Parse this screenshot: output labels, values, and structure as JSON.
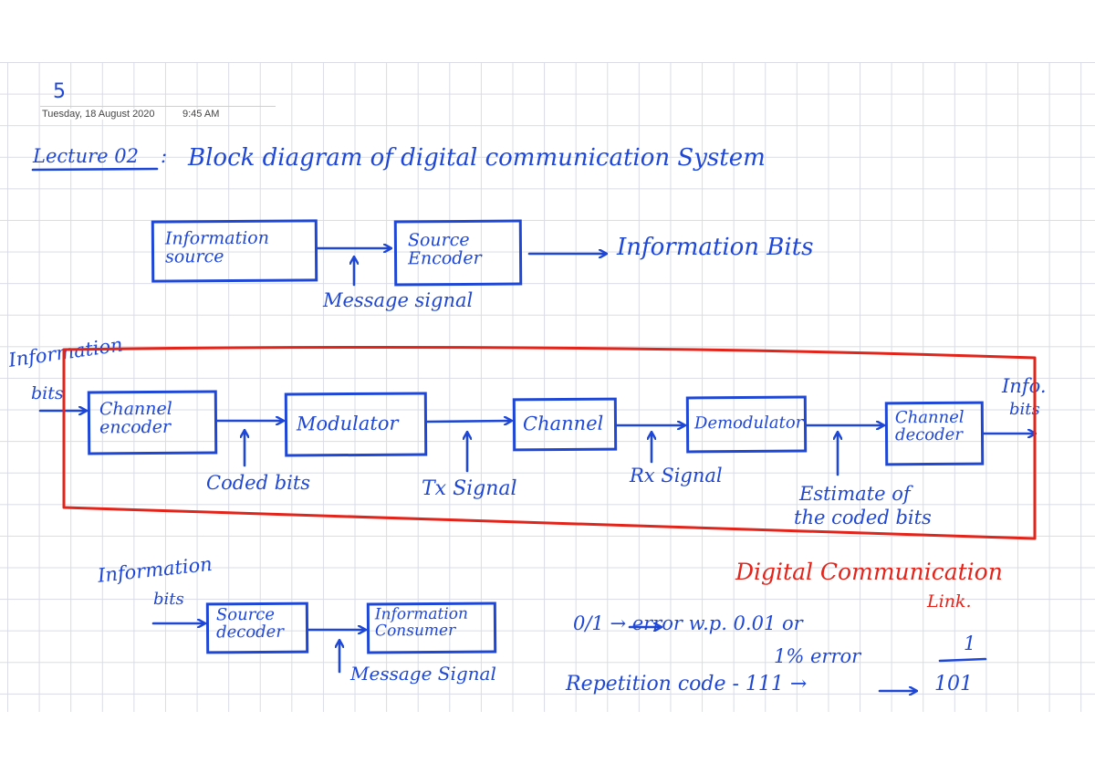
{
  "page_number": "5",
  "meta": {
    "date": "Tuesday, 18 August 2020",
    "time": "9:45 AM"
  },
  "title": {
    "lecture": "Lecture 02",
    "colon": ":",
    "text": "Block diagram of digital communication System"
  },
  "top_chain": {
    "info_source": [
      "Information",
      "source"
    ],
    "source_encoder": [
      "Source",
      "Encoder"
    ],
    "output_label": "Information Bits",
    "message_signal": "Message signal"
  },
  "link": {
    "input_label": [
      "Information",
      "bits"
    ],
    "channel_encoder": [
      "Channel",
      "encoder"
    ],
    "modulator": "Modulator",
    "channel": "Channel",
    "demodulator": "Demodulator",
    "channel_decoder": [
      "Channel",
      "decoder"
    ],
    "output_label": [
      "Info.",
      "bits"
    ],
    "coded_bits": "Coded bits",
    "tx_signal": "Tx Signal",
    "rx_signal": "Rx Signal",
    "estimate": [
      "Estimate of",
      "the coded bits"
    ],
    "caption": [
      "Digital Communication",
      "Link."
    ]
  },
  "bottom_chain": {
    "input_label": [
      "Information",
      "bits"
    ],
    "source_decoder": [
      "Source",
      "decoder"
    ],
    "consumer": [
      "Information",
      "Consumer"
    ],
    "message_signal": "Message Signal"
  },
  "notes": {
    "line1": "0/1 → error w.p. 0.01 or",
    "line2": "1% error",
    "fraction_num": "1",
    "line3": "Repetition code - 111 →",
    "code_out": "101"
  },
  "colors": {
    "ink_blue": "#1f47d6",
    "ink_red": "#e2241b",
    "grid": "#d9dce6"
  }
}
